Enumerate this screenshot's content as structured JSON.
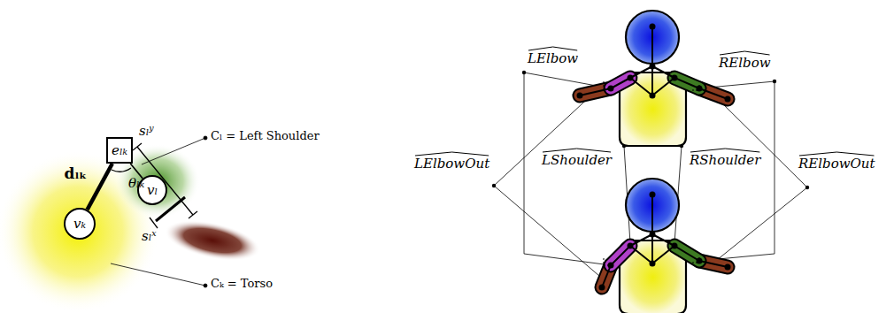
{
  "diagram": {
    "nodes": [
      {
        "text": [
          "eₗₖ"
        ]
      },
      {
        "text": [
          "vₗ"
        ]
      },
      {
        "text": [
          "vₖ"
        ]
      }
    ],
    "edges": [
      {
        "from": 2,
        "to": 0,
        "arrow": "none",
        "label": "𝐝ₗₖ"
      },
      {
        "from": 0,
        "to": 1,
        "arrow": "none"
      }
    ],
    "labels": [
      "sₗʸ",
      "θₗₖ",
      "sₗˣ",
      "Cₗ = Left Shoulder",
      "Cₖ = Torso",
      "LElbow",
      "RElbow",
      "LShoulder",
      "RShoulder",
      "LElbowOut",
      "RElbowOut"
    ]
  }
}
